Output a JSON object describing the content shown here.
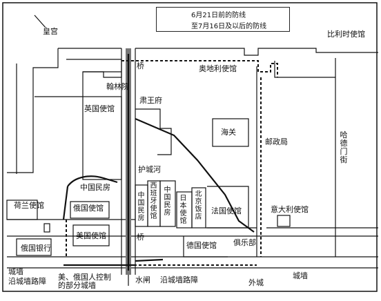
{
  "legend": {
    "before_label": "6月21日前的防线",
    "after_label": "至7月16日及以后的防线"
  },
  "places": {
    "imperial_palace": "皇宫",
    "belgian": "比利时使馆",
    "austrian": "奥地利使馆",
    "hanlin": "翰林院",
    "british": "英国使馆",
    "su_wang_fu": "肃王府",
    "customs": "海关",
    "post_office": "邮政局",
    "hatamen_street": "哈德门街",
    "moat": "护城河",
    "chinese_houses_left": "中国民房",
    "spanish": "西班牙使馆",
    "chinese_houses_mid": "中国民房",
    "japanese": "日本使馆",
    "peking_hotel": "北京饭店",
    "french": "法国使馆",
    "italian": "意大利使馆",
    "dutch": "荷兰使馆",
    "russian": "俄国使馆",
    "american": "美国使馆",
    "german": "德国使馆",
    "club": "俱乐部",
    "russo_chinese_bank": "俄国银行",
    "bridge_north": "桥",
    "bridge_south": "桥",
    "city_wall_left": "城墙",
    "wall_barricade_left": "沿城墙路障",
    "us_russia_wall": "美、俄国人控制的部分城墙",
    "sluice": "水闸",
    "wall_barricade_right": "沿城墙路障",
    "outer_city": "外城",
    "city_wall_right": "城墙"
  }
}
